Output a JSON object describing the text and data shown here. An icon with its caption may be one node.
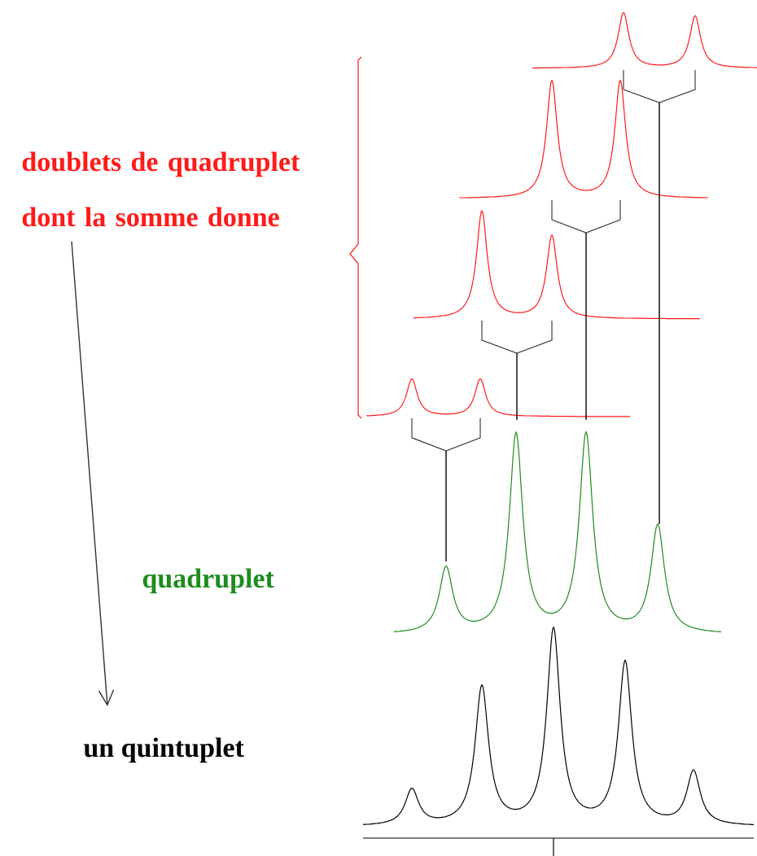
{
  "diagram": {
    "nodes": [
      {
        "text": [
          "doublets de quadruplet dont la somme donne"
        ]
      },
      {
        "text": [
          "quadruplet"
        ]
      },
      {
        "text": [
          "un quintuplet"
        ]
      }
    ],
    "edges": [
      {
        "from": 0,
        "to": 2,
        "arrow": "to"
      }
    ]
  }
}
